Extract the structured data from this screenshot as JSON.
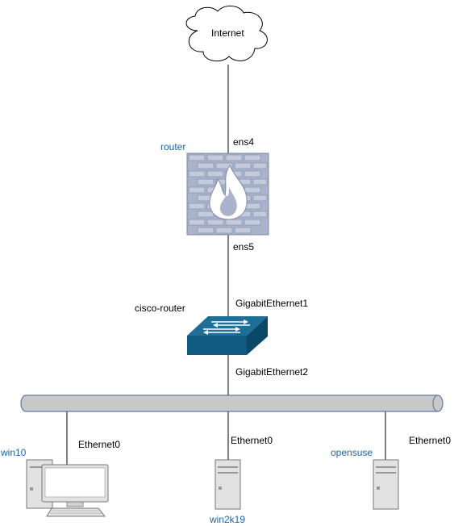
{
  "nodes": {
    "internet": {
      "label": "Internet"
    },
    "router": {
      "label": "router",
      "iface_top": "ens4",
      "iface_bottom": "ens5"
    },
    "cisco_router": {
      "label": "cisco-router",
      "iface_top": "GigabitEthernet1",
      "iface_bottom": "GigabitEthernet2"
    },
    "win10": {
      "label": "win10",
      "iface": "Ethernet0"
    },
    "win2k19": {
      "label": "win2k19",
      "iface": "Ethernet0"
    },
    "opensuse": {
      "label": "opensuse",
      "iface": "Ethernet0"
    }
  },
  "colors": {
    "link_line": "#000000",
    "host_label": "#1a64b4",
    "firewall_fill": "#a9b4cc",
    "switch_fill": "#0e5a80",
    "bus_fill": "#c8c8c8",
    "server_fill": "#e2e2e2"
  },
  "icons": [
    "cloud-icon",
    "firewall-icon",
    "switch-icon",
    "bus-icon",
    "desktop-icon",
    "server-icon"
  ]
}
